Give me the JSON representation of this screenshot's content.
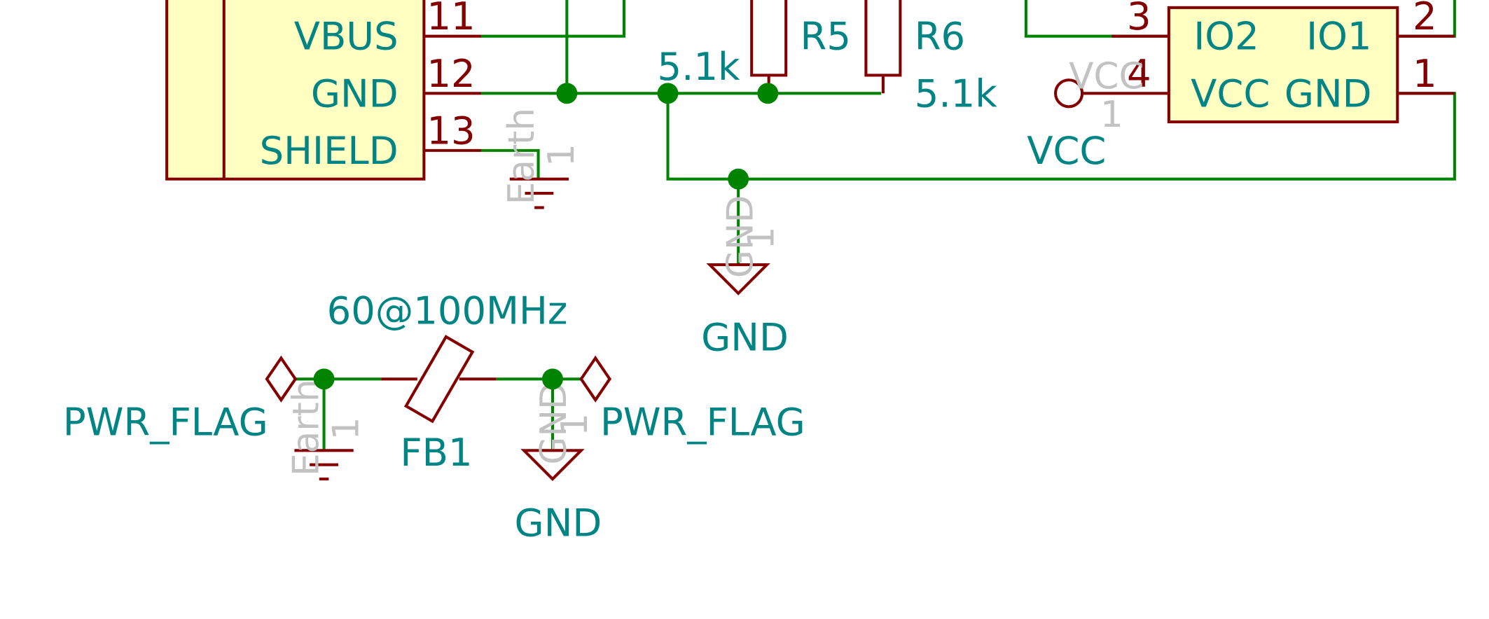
{
  "colors": {
    "wire": "#008400",
    "junction": "#008400",
    "body": "#840000",
    "body_fill": "#ffffc2",
    "label_teal": "#008484",
    "pin_red": "#840000",
    "hidden_grey": "#c2c2c2",
    "background": "#ffffff"
  },
  "usb_connector": {
    "pins": [
      {
        "name": "VBUS",
        "number": "11"
      },
      {
        "name": "GND",
        "number": "12"
      },
      {
        "name": "SHIELD",
        "number": "13"
      }
    ]
  },
  "resistors": [
    {
      "ref": "R5",
      "value": "5.1k"
    },
    {
      "ref": "R6",
      "value": "5.1k"
    }
  ],
  "esd_chip": {
    "pin_labels": [
      "IO2",
      "IO1",
      "VCC",
      "GND"
    ],
    "pin_numbers": [
      "3",
      "2",
      "4",
      "1"
    ]
  },
  "power": {
    "vcc": {
      "label": "VCC",
      "hidden_ref": "VCC",
      "hidden_num": "1"
    },
    "gnd_main": {
      "label": "GND",
      "hidden_ref": "GND",
      "hidden_num": "1"
    },
    "earth_top": {
      "hidden_ref": "Earth",
      "hidden_num": "1"
    },
    "earth_bottom": {
      "hidden_ref": "Earth",
      "hidden_num": "1"
    },
    "gnd_bottom": {
      "label": "GND",
      "hidden_ref": "GND",
      "hidden_num": "1"
    }
  },
  "ferrite": {
    "ref": "FB1",
    "value": "60@100MHz"
  },
  "pwr_flags": [
    {
      "label": "PWR_FLAG"
    },
    {
      "label": "PWR_FLAG"
    }
  ]
}
